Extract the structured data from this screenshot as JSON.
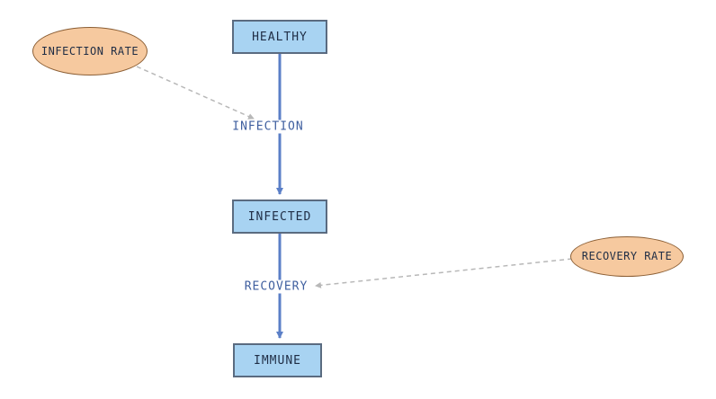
{
  "diagram": {
    "stocks": [
      {
        "id": "healthy",
        "label": "HEALTHY"
      },
      {
        "id": "infected",
        "label": "INFECTED"
      },
      {
        "id": "immune",
        "label": "IMMUNE"
      }
    ],
    "flows": [
      {
        "id": "infection",
        "label": "INFECTION",
        "from": "HEALTHY",
        "to": "INFECTED"
      },
      {
        "id": "recovery",
        "label": "RECOVERY",
        "from": "INFECTED",
        "to": "IMMUNE"
      }
    ],
    "variables": [
      {
        "id": "infection-rate",
        "label": "INFECTION RATE",
        "influences": "INFECTION"
      },
      {
        "id": "recovery-rate",
        "label": "RECOVERY RATE",
        "influences": "RECOVERY"
      }
    ],
    "colors": {
      "stock_fill": "#a8d3f2",
      "stock_border": "#5a6b80",
      "variable_fill": "#f6c99f",
      "variable_border": "#8b5e34",
      "flow_arrow": "#5b7fc7",
      "link_dashed": "#b8b8b8",
      "stock_label": "#1f2d45",
      "flow_label": "#3f5f9f"
    }
  }
}
